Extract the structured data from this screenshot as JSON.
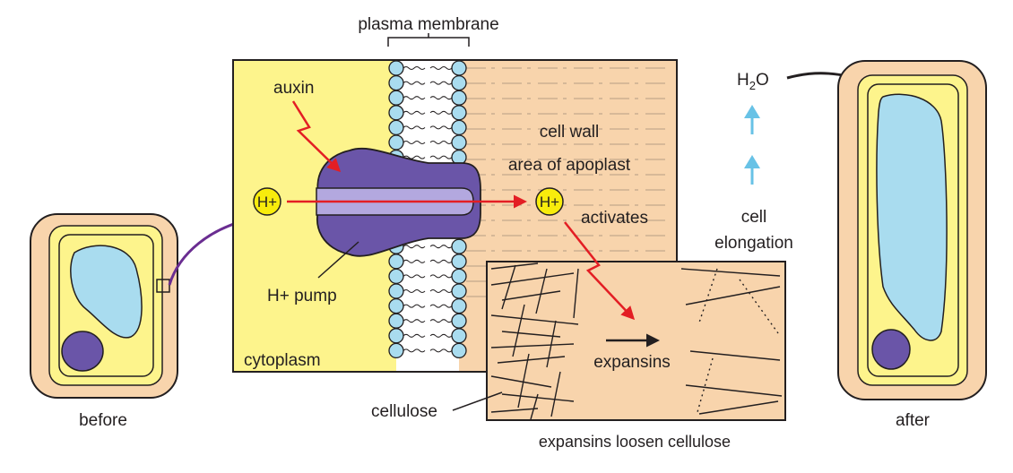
{
  "labels": {
    "plasma_membrane": "plasma membrane",
    "auxin": "auxin",
    "cell_wall": "cell wall",
    "apoplast": "area of apoplast",
    "activates": "activates",
    "h_pump_plus": "H+",
    "h_pump_word": "pump",
    "cytoplasm": "cytoplasm",
    "cellulose": "cellulose",
    "expansins": "expansins",
    "expansins_caption": "expansins loosen cellulose",
    "before": "before",
    "after": "after",
    "water_H": "H",
    "water_2": "2",
    "water_O": "O",
    "cell_line1": "cell",
    "cell_line2": "elongation",
    "proton_left": "H+",
    "proton_right": "H+"
  },
  "colors": {
    "cytoplasm_yellow": "#fdf48c",
    "wall_peach": "#f8d4ac",
    "vacuole_blue": "#a9dcef",
    "pump_purple": "#6a55a8",
    "channel_lavender": "#b3a8df",
    "proton_yellow": "#f8ec0c",
    "arrow_red": "#e31e24",
    "arrow_purple": "#6a2d91",
    "arrow_lightblue": "#68c2e6",
    "membrane_head": "#a9dcef"
  },
  "icons": {
    "proton": "proton-ion-icon",
    "pump": "proton-pump-icon"
  }
}
